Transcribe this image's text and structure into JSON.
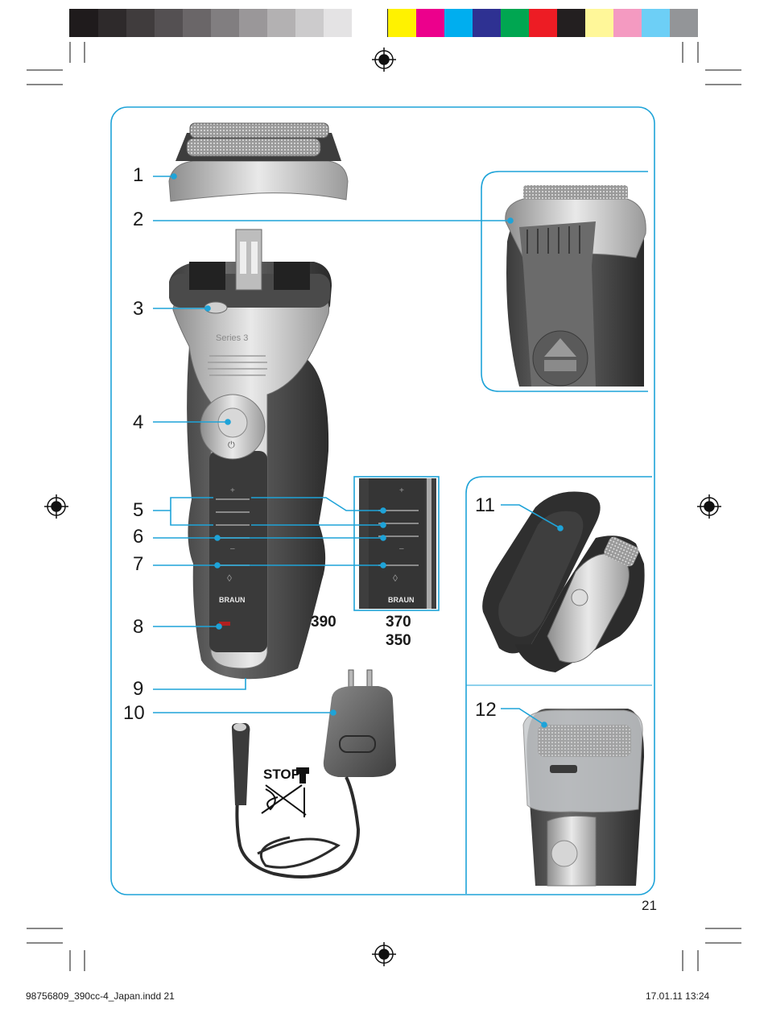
{
  "color_bar": {
    "gray_steps": [
      "#1f1b1c",
      "#2e2a2b",
      "#403c3d",
      "#545052",
      "#6a6668",
      "#817e80",
      "#9a9799",
      "#b3b1b2",
      "#cccbcc",
      "#e4e3e4",
      "#ffffff"
    ],
    "process_colors": [
      "#fff200",
      "#ec008c",
      "#00aeef",
      "#2e3192",
      "#00a651",
      "#ed1c24",
      "#231f20",
      "#fff799",
      "#f49ac1",
      "#6dcff6",
      "#939598"
    ]
  },
  "accent_color": "#1ea3d8",
  "callouts": [
    "1",
    "2",
    "3",
    "4",
    "5",
    "6",
    "7",
    "8",
    "9",
    "10",
    "11",
    "12"
  ],
  "models": {
    "m390": "390",
    "m370": "370",
    "m350": "350"
  },
  "stop_label": "STOP",
  "device_text": {
    "brand": "BRAUN",
    "series": "Series 3",
    "power_symbol": "⏻",
    "plus": "+",
    "minus": "–"
  },
  "page_number": "21",
  "footer": {
    "file": "98756809_390cc-4_Japan.indd   21",
    "datetime": "17.01.11   13:24"
  }
}
